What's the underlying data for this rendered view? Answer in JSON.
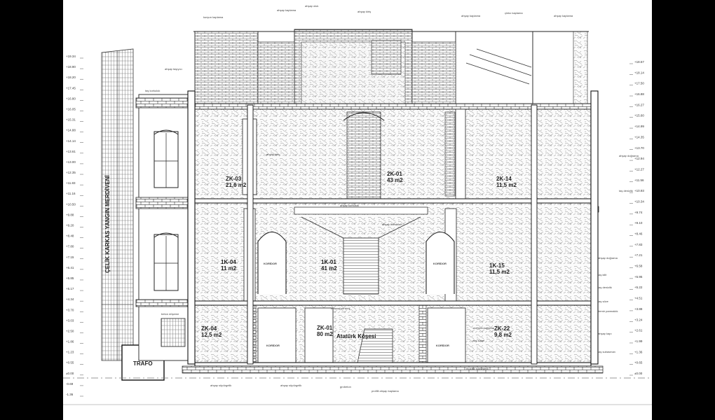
{
  "stair_tower_label": "ÇELİK KARKAS YANGIN MERDİVENİ",
  "trafo_label": "TRAFO",
  "rooms": [
    {
      "id": "ZK-03",
      "area": "21,6 m2"
    },
    {
      "id": "2K-01",
      "area": "43 m2"
    },
    {
      "id": "2K-14",
      "area": "11,5 m2"
    },
    {
      "id": "1K-04",
      "area": "11 m2"
    },
    {
      "id": "1K-01",
      "area": "41 m2"
    },
    {
      "id": "1K-15",
      "area": "11,5 m2"
    },
    {
      "id": "ZK-04",
      "area": "12,5 m2"
    },
    {
      "id": "ZK-01",
      "area": "80 m2"
    },
    {
      "id": "ZK-22",
      "area": "9,8 m2"
    }
  ],
  "atat_corner": "Atatürk Köşesi",
  "corridor_label": "KORİDOR",
  "roof_notes": [
    "kurşun kaplama",
    "ahşap kaplama",
    "ahşap oluk",
    "ahşap kiriş",
    "ahşap kaplama",
    "çinko kaplama",
    "ahşap kaplama"
  ],
  "right_notes": [
    "ahşap doğrama",
    "taş denizlik",
    "ahşap doğrama",
    "taş kilit",
    "taş denizlik",
    "taş söve",
    "demir parmaklık",
    "ahşap kapı",
    "taş subasman"
  ],
  "left_notes": [
    "taş korkuluk",
    "ahşap taşıyıcı",
    "beton döşeme"
  ],
  "center_notes": [
    "ahşap korkuluk",
    "ahşap merdiven",
    "betonarme kiriş",
    "mermer kaplama",
    "taş sütun",
    "ahşap kiriş"
  ],
  "bottom_notes": [
    "ahşap süpürgelik",
    "ahşap süpürgelik",
    "grobeton",
    "profilli ahşap kaplama",
    "mozaik süpürgelik"
  ],
  "levels_left": [
    "+19.34",
    "+18.90",
    "+18.20",
    "+17.45",
    "+16.80",
    "+16.05",
    "+15.31",
    "+14.88",
    "+14.14",
    "+13.61",
    "+13.00",
    "+12.35",
    "+11.83",
    "+11.16",
    "+10.50",
    "+9.88",
    "+9.20",
    "+8.48",
    "+7.80",
    "+7.15",
    "+6.41",
    "+5.85",
    "+5.17",
    "+4.34",
    "+3.70",
    "+3.03",
    "+2.50",
    "+1.86",
    "+1.23",
    "+0.55",
    "±0.00",
    "-0.69",
    "-1.36"
  ],
  "levels_right": [
    "+18.57",
    "+18.14",
    "+17.50",
    "+16.88",
    "+16.27",
    "+15.60",
    "+14.99",
    "+14.35",
    "+13.70",
    "+12.94",
    "+12.27",
    "+11.56",
    "+10.93",
    "+10.34",
    "+9.74",
    "+9.10",
    "+8.46",
    "+7.83",
    "+7.21",
    "+6.58",
    "+5.95",
    "+5.22",
    "+4.51",
    "+3.88",
    "+3.24",
    "+2.61",
    "+1.99",
    "+1.36",
    "+0.65",
    "±0.00"
  ],
  "colors": {
    "background": "#000000",
    "sheet": "#ffffff",
    "ink": "#222222",
    "hatch": "#555555"
  }
}
